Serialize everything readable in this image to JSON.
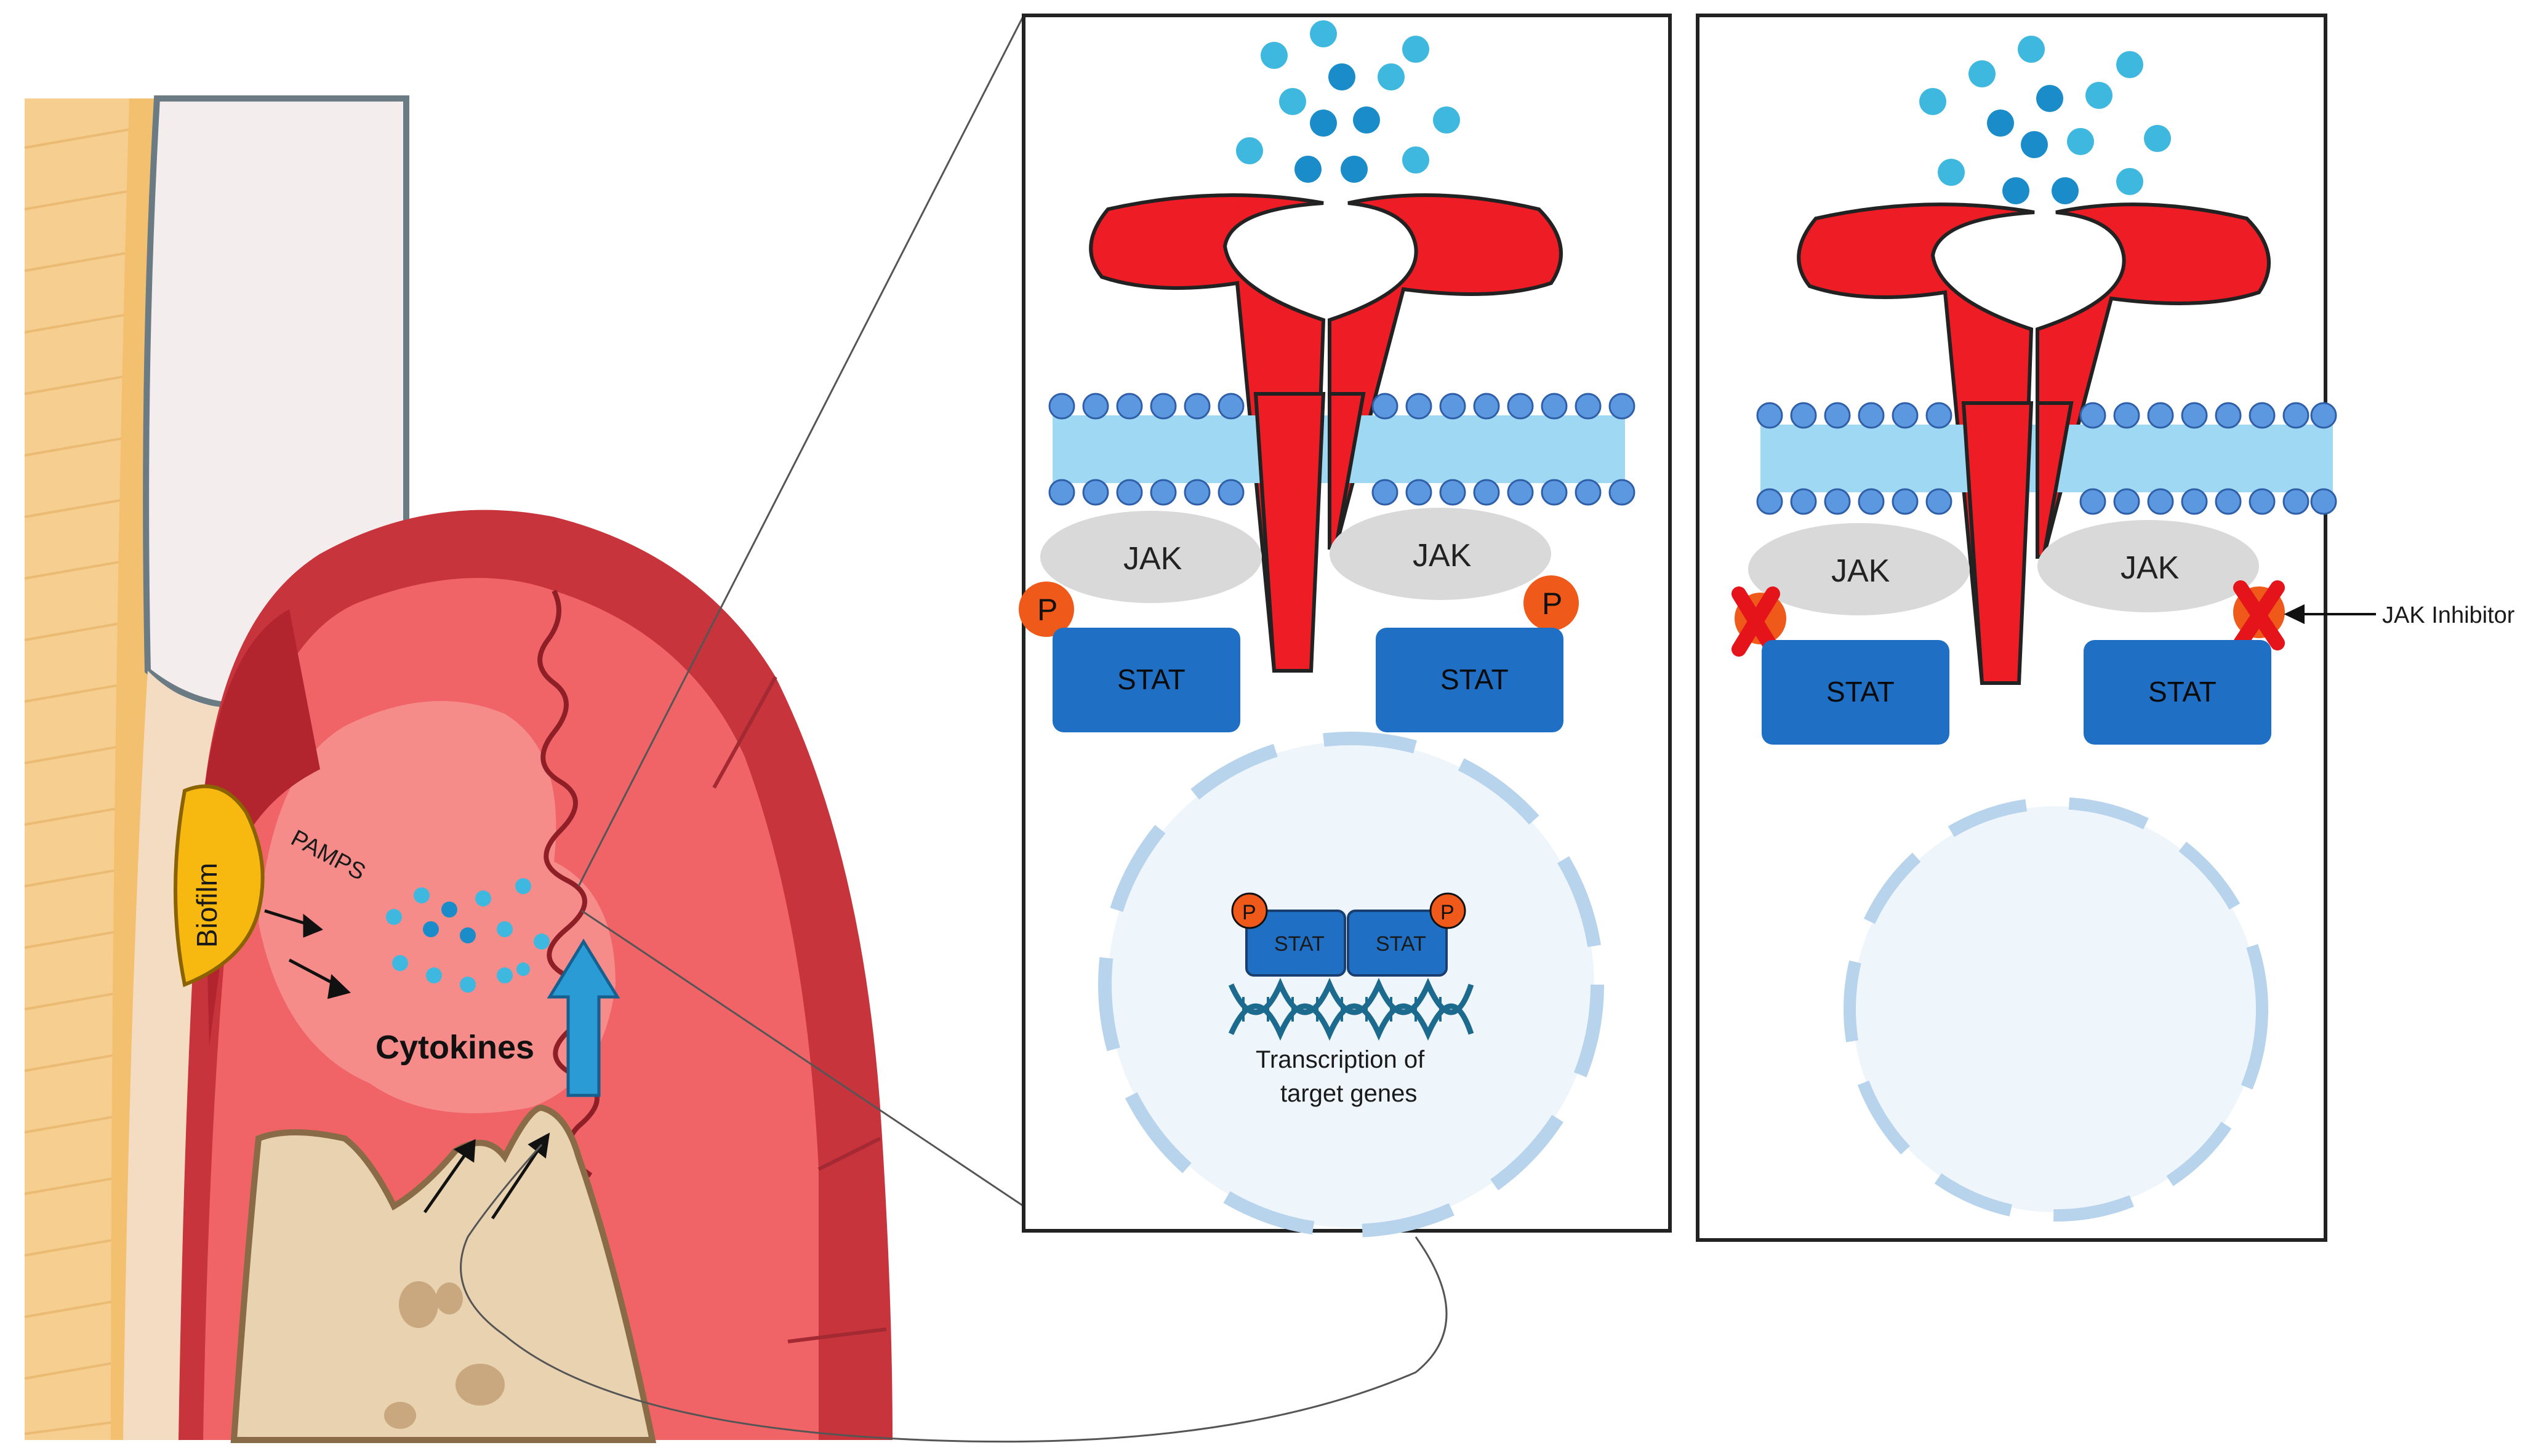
{
  "labels": {
    "biofilm": "Biofilm",
    "pamps": "PAMPS",
    "cytokines": "Cytokines",
    "jak": "JAK",
    "stat": "STAT",
    "phospho": "P",
    "transcription_line1": "Transcription of",
    "transcription_line2": "target genes",
    "jak_inhibitor": "JAK Inhibitor"
  },
  "colors": {
    "receptor": "#ee1c24",
    "stat_box": "#1f6fc4",
    "jak_oval": "#d9d9d9",
    "phosphate": "#ef5a1a",
    "cytokine_light": "#3fb8e0",
    "cytokine_dark": "#1a8cc9",
    "gingiva_dark": "#c8343c",
    "gingiva_mid": "#f06468",
    "gingiva_light": "#f58c8a",
    "bone": "#e8d2b0",
    "biofilm": "#f7b90f",
    "membrane": "#9ed8f2",
    "nucleus": "#eef5fb",
    "upward_arrow": "#2b9bd6",
    "inhibitor_x": "#e5141b"
  },
  "icons": {
    "inhibition_mark": "red-x-icon",
    "dna": "dna-helix-icon"
  }
}
